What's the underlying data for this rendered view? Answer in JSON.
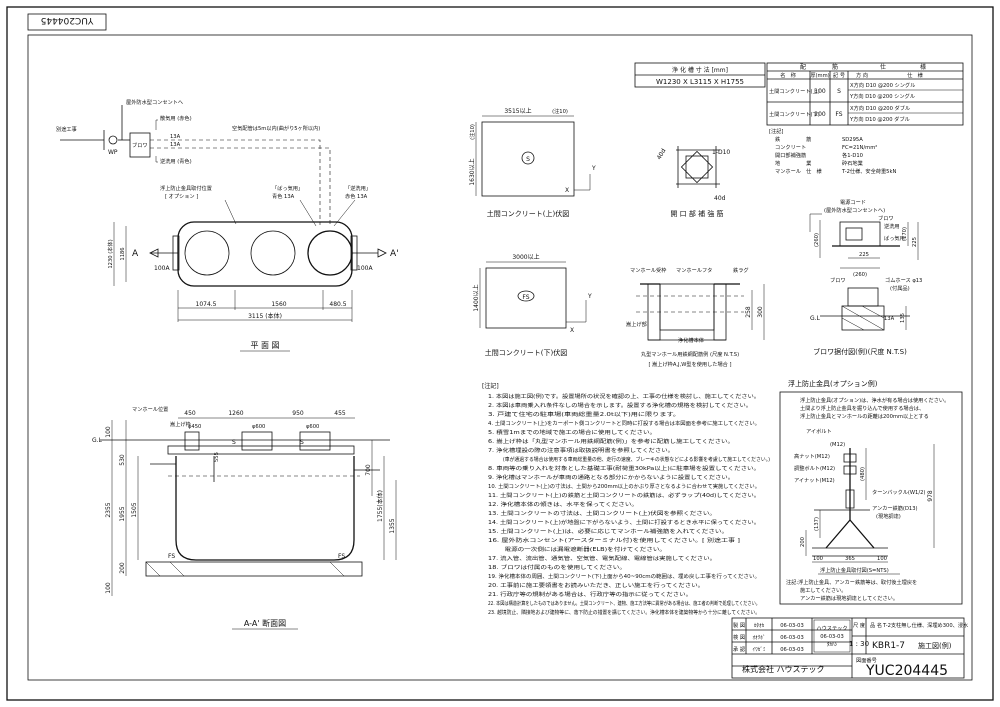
{
  "corner_stamp": "YUC204445",
  "tank_size": {
    "header": "浄 化 槽 寸 法 [mm]",
    "value": "W1230 X L3115 X H1755"
  },
  "rebar_table": {
    "title_left": "配",
    "title_mid": "筋",
    "title_right": "仕",
    "title_far": "様",
    "headers": [
      "名　称",
      "厚(mm)",
      "記 号",
      "方 向",
      "仕　様"
    ],
    "rows": [
      {
        "name": "土間コンクリート(上)",
        "thickness": "100",
        "symbol": "S",
        "spec1": "X方向 D10 @200 シングル",
        "spec2": "Y方向 D10 @200 シングル"
      },
      {
        "name": "土間コンクリート(下)",
        "thickness": "200",
        "symbol": "FS",
        "spec1": "X方向 D10 @200 ダブル",
        "spec2": "Y方向 D10 @200 ダブル"
      }
    ],
    "notes_header": "[注記]",
    "notes": [
      {
        "label": "鉄　　　　　筋",
        "value": "SD295A"
      },
      {
        "label": "コンクリート",
        "value": "FC=21N/mm²"
      },
      {
        "label": "開口部補強筋",
        "value": "各1-D10"
      },
      {
        "label": "地　　　　　業",
        "value": "砕石地業"
      },
      {
        "label": "マンホール　仕　様",
        "value": "T-2仕様、安全荷重5kN"
      }
    ]
  },
  "plan": {
    "title": "平 面 図",
    "labels": {
      "outdoor_outlet": "屋外防水型コンセントへ",
      "separate_work": "別途工事",
      "wp": "WP",
      "blower": "ブロワ",
      "air_sparge": "散気用 (赤色)",
      "air_pipe_13a_1": "13A",
      "air_pipe_13a_2": "13A",
      "backwash": "逆洗用 (青色)",
      "pipe_note": "空気配管は5m以内(曲がり5ヶ所以内)",
      "float_prevent": "浮上防止金具取付位置",
      "option": "[ オプション ]",
      "aeration_blue": "「ばっ気用」",
      "aeration_blue2": "青色 13A",
      "backwash_red": "「逆洗用」",
      "backwash_red2": "赤色 13A",
      "inlet": "A",
      "outlet": "A'",
      "inlet_size": "100A",
      "outlet_size": "100A",
      "h_1230": "1230 (本体)",
      "h_1186": "1186",
      "w_1074": "1074.5",
      "w_1560": "1560",
      "w_480": "480.5",
      "w_total": "3115 (本体)"
    }
  },
  "slab_upper": {
    "title": "土間コンクリート(上)伏図",
    "w": "3515以上",
    "w_note": "(注10)",
    "h": "1630以上",
    "h_note": "(注10)",
    "symbol": "S",
    "axis_x": "X",
    "axis_y": "Y"
  },
  "slab_lower": {
    "title": "土間コンクリート(下)伏図",
    "w": "3000以上",
    "h": "1400以上",
    "symbol": "FS",
    "axis_x": "X",
    "axis_y": "Y"
  },
  "opening_rebar": {
    "title": "開 口 部 補 強 筋",
    "d1": "40d",
    "d2": "1-D10",
    "d3": "40d"
  },
  "manhole": {
    "label1": "マンホール受枠",
    "label2": "マンホールフタ",
    "label3": "鉄ラグ",
    "label4": "嵩上げ部",
    "label5": "浄化槽本体",
    "d1": "258",
    "d2": "300",
    "title": "丸型マンホール用鉄網配筋例 (尺度 N.T.S)",
    "note": "[ 嵩上げ枠A,J,W型を使用した場合 ]"
  },
  "blower_detail": {
    "label1": "電源コード",
    "label2": "(屋外防水型コンセントへ)",
    "label3": "逆洗用",
    "label4": "ばっ気用",
    "label5": "ブロワ",
    "label6": "ゴムホース φ13",
    "label7": "(付属品)",
    "label8": "ブロワ",
    "label9": "13A",
    "gl": "G.L",
    "d_260a": "(260)",
    "d_170": "(170)",
    "d_225h": "225",
    "d_225w": "225",
    "d_260b": "(260)",
    "d_135": "135",
    "title": "ブロワ据付図(例)(尺度 N.T.S)"
  },
  "section": {
    "title": "A-A' 断面図",
    "labels": {
      "manhole_pos": "マンホール位置",
      "raise": "嵩上げ枠",
      "gl": "G.L",
      "s1": "S",
      "s2": "S",
      "fs1": "FS",
      "fs2": "FS",
      "phi450": "φ450",
      "phi600a": "φ600",
      "phi600b": "φ600",
      "w450": "450",
      "w1260": "1260",
      "w950": "950",
      "w455": "455",
      "d100a": "100",
      "d530": "530",
      "d555": "555",
      "d2355": "2355",
      "d1955": "1955",
      "d1505": "1505",
      "d200": "200",
      "d100b": "100",
      "d700": "700",
      "d1755": "1755(本体)",
      "d1355": "1355"
    }
  },
  "notes": {
    "header": "[注記]",
    "items": [
      "1. 本図は施工図(例)です。設置場所の状況を確認の上、工事の仕様を検討し、施工してください。",
      "2. 本図は車両乗入れ条件なしの場合を示します。設置する浄化槽の規格を検討してください。",
      "3. 戸建て住宅の駐車場(車両総重量2.0t以下)用に限ります。",
      "4. 土間コンクリート(上)をカーポート側コンクリートと同時に打設する場合は本図面を参考に施工してください。",
      "5. 積雪1mまでの地域で施工の場合に使用してください。",
      "6. 嵩上げ枠は「丸型マンホール用鉄網配筋(例)」を参考に配筋し施工してください。",
      "7. 浄化槽埋設の際の注意事項は取扱説明書を参照してください。",
      "　(車が通過する場合は使用する車両総重量の他、走行の速度、ブレーキの状態などによる影響を考慮して施工してください。)",
      "8. 車両等の乗り入れを対象とした基礎工事(耐荷重30kPa以上)に駐車場を設置してください。",
      "9. 浄化槽はマンホールが車両の通路となる部分にかからないように設置してください。",
      "10. 土間コンクリート(上)の寸法は、土間から200mm以上のかぶり厚さとなるように合わせて実施してください。",
      "11. 土間コンクリート(上)の鉄筋と土間コンクリートの鉄筋は、必ずラップ(40d)してください。",
      "12. 浄化槽本体の傾きは、水平を保ってください。",
      "13. 土間コンクリートの寸法は、土間コンクリート(上)伏図を参照ください。",
      "14. 土間コンクリート(上)が地盤に下がらないよう、土間に打設するとき水平に保ってください。",
      "15. 土間コンクリート(上)は、必要に応じてマンホール補強筋を入れてください。",
      "16. 屋外防水コンセント(アースターミナル付)を使用してください。[ 別途工事 ]",
      "　電源の一次側には漏電遮断器(ELB)を付けてください。",
      "17. 流入管、流出管、通気管、空気管、電気配線、電線管は実施してください。",
      "18. ブロワは付属のものを使用してください。",
      "19. 浄化槽本体の周囲、土間コンクリート(下)上面から40~90cmの範囲は、埋め戻し工事を行ってください。",
      "20. 工事前に施工要領書をお読みいただき、正しい施工を行ってください。",
      "21. 行政庁等の規制がある場合は、行政庁等の指示に従ってください。",
      "22. 本図は構造計算をしたものではありません。土間コンクリート、建物、施工方法等に異常がある場合は、施工者の判断で処理してください。",
      "23. 越境防止、隣接地および建物等に、落下防止の措置を講じてください。浄化槽本体を建築物等から十分に離してください。"
    ]
  },
  "float_fitting": {
    "title": "浮上防止金具(オプション例)",
    "note1": "浮上防止金具(オプション)は、浄水が有る場合は使用ください。",
    "note2": "土間より浮上防止金具を掘り込んで使用する場合は、",
    "note3": "浮上防止金具とマンホールの距離は200mm以上とする",
    "l1": "アイボルト",
    "l2": "(M12)",
    "l3": "高ナット(M12)",
    "l4": "調整ボルト(M12)",
    "l5": "アイナット(M12)",
    "l6": "ターンバックル(W1/2)",
    "l7": "アンカー鉄筋(D13)",
    "l8": "(現地調達)",
    "d480": "(480)",
    "d978": "978",
    "d200": "200",
    "d137": "(137)",
    "d100": "100",
    "d365": "365",
    "d100b": "100",
    "scale_note": "浮上防止金具取付図(S=NTS)",
    "remark1": "注記:浮上防止金具、アンカー鉄筋等は、取付後土埋戻を",
    "remark2": "施工してください。",
    "remark3": "アンカー鉄筋は現地調達としてください。"
  },
  "titleblock": {
    "r1c1": "製 図",
    "r1c2": "ｶﾀｵｶ",
    "r1c3": "06-03-03",
    "r2c1": "検 図",
    "r2c2": "ｵｵｸﾎﾞ",
    "r2c3": "06-03-03",
    "r3c1": "承 認",
    "r3c2": "ｲﾜｶﾞﾐ",
    "r3c3": "06-03-03",
    "stamp1": "ハウステック",
    "stamp2": "06-03-03",
    "stamp3": "ﾀｶﾊｼ",
    "scale_label": "尺 度",
    "scale": "1 : 30",
    "name_label": "品 名",
    "name_spec": "T-2支柱無し仕様、深埋め300、浸水",
    "model": "KBR1-7",
    "drawing_kind": "施工図(例)",
    "company": "株式会社 ハウステック",
    "number_label": "図面番号",
    "number": "YUC204445"
  }
}
